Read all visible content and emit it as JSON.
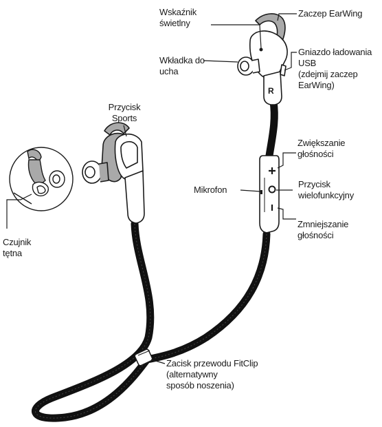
{
  "labels": {
    "indicator_light": "Wskaźnik\nświetlny",
    "earwing_hook": "Zaczep EarWing",
    "ear_tip": "Wkładka do\nucha",
    "usb_port": "Gniazdo ładowania\nUSB\n(zdejmij zaczep\nEarWing)",
    "sports_button": "Przycisk\nSports",
    "volume_up": "Zwiększanie\ngłośności",
    "microphone": "Mikrofon",
    "multifunction_button": "Przycisk\nwielofunkcyjny",
    "volume_down": "Zmniejszanie\ngłośności",
    "heart_rate_sensor": "Czujnik\ntętna",
    "fitclip": "Zacisk przewodu FitClip\n(alternatywny\nsposób noszenia)"
  },
  "markings": {
    "right_ear": "R",
    "plus": "+",
    "minus": "–"
  },
  "colors": {
    "line": "#1a1a1a",
    "cable": "#111111",
    "wing_gray": "#a9a9a9",
    "background": "#ffffff"
  }
}
